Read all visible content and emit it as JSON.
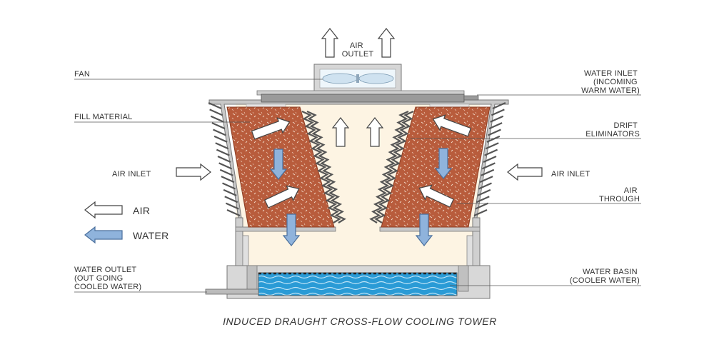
{
  "colors": {
    "fill_material": "#b85c3c",
    "interior": "#fdf4e3",
    "water": "#2a9bd6",
    "water_arrow": "#8fb3dc",
    "structure": "#c8c8c8",
    "leader": "#555555"
  },
  "labels": {
    "air_outlet": [
      "AIR",
      "OUTLET"
    ],
    "fan": "FAN",
    "fill_material": "FILL MATERIAL",
    "air_inlet_left": "AIR INLET",
    "air_inlet_right": "AIR INLET",
    "water_inlet": [
      "WATER INLET",
      "(INCOMING",
      "WARM WATER)"
    ],
    "drift_eliminators": [
      "DRIFT",
      "ELIMINATORS"
    ],
    "air_through": [
      "AIR",
      "THROUGH"
    ],
    "water_outlet": [
      "WATER OUTLET",
      "(OUT GOING",
      "COOLED WATER)"
    ],
    "water_basin": [
      "WATER BASIN",
      "(COOLER WATER)"
    ]
  },
  "legend": {
    "air": "AIR",
    "water": "WATER"
  },
  "caption": "INDUCED DRAUGHT CROSS-FLOW COOLING TOWER",
  "icons": [
    "air-arrow-icon",
    "water-arrow-icon",
    "fan-icon"
  ]
}
